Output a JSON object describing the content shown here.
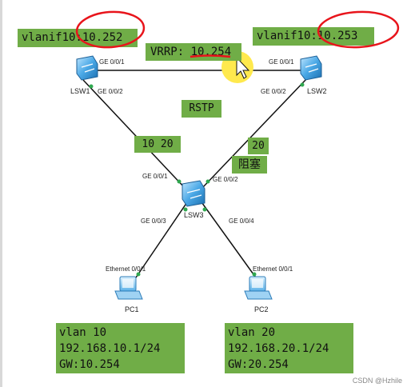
{
  "labels": {
    "lsw1_vlanif": "vlanif10:10.252",
    "lsw2_vlanif": "vlanif10:10.253",
    "vrrp": "VRRP: 10.254",
    "rstp": "RSTP",
    "link_lsw1_lsw3": "10 20",
    "link_lsw2_lsw3": "20",
    "blocked": "阻塞",
    "pc1_info": [
      "vlan 10",
      "192.168.10.1/24",
      "GW:10.254"
    ],
    "pc2_info": [
      "vlan 20",
      "192.168.20.1/24",
      "GW:20.254"
    ]
  },
  "devices": {
    "lsw1": "LSW1",
    "lsw2": "LSW2",
    "lsw3": "LSW3",
    "pc1": "PC1",
    "pc2": "PC2"
  },
  "ports": {
    "lsw1_p1": "GE 0/0/1",
    "lsw1_p2": "GE 0/0/2",
    "lsw2_p1": "GE 0/0/1",
    "lsw2_p2": "GE 0/0/2",
    "lsw3_p1": "GE 0/0/1",
    "lsw3_p2": "GE 0/0/2",
    "lsw3_p3": "GE 0/0/3",
    "lsw3_p4": "GE 0/0/4",
    "pc1_eth": "Ethernet 0/0/1",
    "pc2_eth": "Ethernet 0/0/1"
  },
  "watermark": "CSDN @Hzhile",
  "colors": {
    "label_bg": "#70ad47",
    "annotation_red": "#e8141b",
    "highlight_yellow": "#ffe94d",
    "switch_blue": "#3b9bd8"
  }
}
